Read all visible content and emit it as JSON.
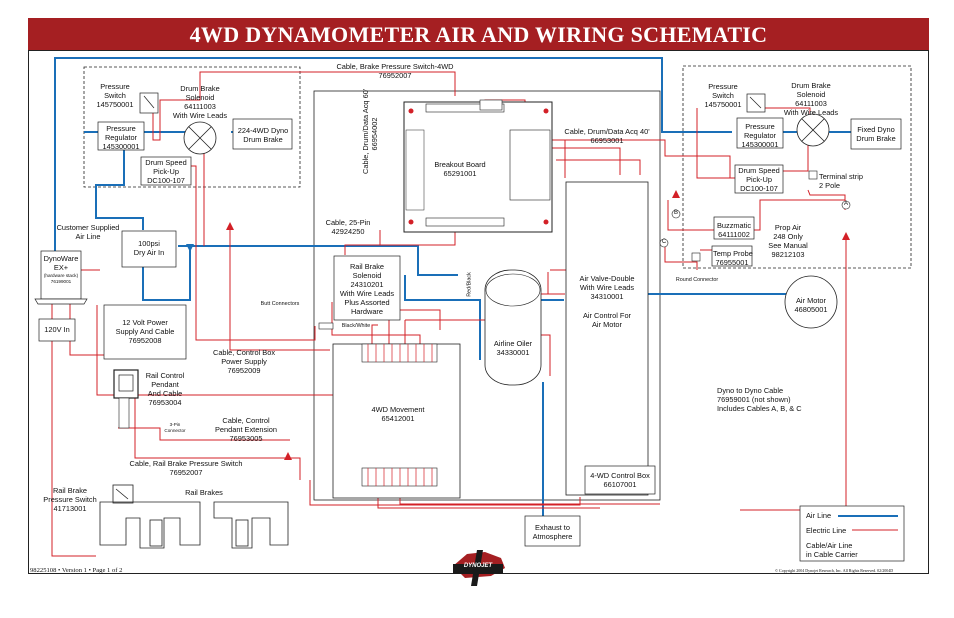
{
  "title": "4WD DYNAMOMETER AIR AND WIRING SCHEMATIC",
  "colors": {
    "air_line": "#1a6fb8",
    "electric_line": "#d32027",
    "title_bg": "#a51f22"
  },
  "labels": {
    "pressure_switch_l": "Pressure\nSwitch\n145750001",
    "drum_brake_solenoid_l": "Drum Brake\nSolenoid\n64111003\nWith Wire Leads",
    "pressure_regulator_l": "Pressure\nRegulator\n145300001",
    "drum_brake_224": "224-4WD Dyno\nDrum Brake",
    "drum_speed_l": "Drum Speed\nPick-Up\nDC100-107",
    "cable_brake_pressure": "Cable, Brake Pressure Switch-4WD\n76952007",
    "cable_drum_data_60": "Cable, Drum/Data Acq 60'\n66954002",
    "breakout_board": "Breakout Board\n65291001",
    "cable_drum_data_40": "Cable, Drum/Data Acq 40'\n66953001",
    "pressure_switch_r": "Pressure\nSwitch\n145750001",
    "drum_brake_solenoid_r": "Drum Brake\nSolenoid\n64111003\nWith Wire Leads",
    "pressure_regulator_r": "Pressure\nRegulator\n145300001",
    "fixed_dyno_drum_brake": "Fixed Dyno\nDrum Brake",
    "drum_speed_r": "Drum Speed\nPick-Up\nDC100-107",
    "terminal_strip": "Terminal strip\n2 Pole",
    "buzzmatic": "Buzzmatic\n64111002",
    "prop_air": "Prop Air\n248 Only\nSee Manual\n98212103",
    "temp_probe": "Temp Probe\n76955001",
    "round_connector": "Round Connector",
    "customer_air": "Customer Supplied\nAir Line",
    "dynoware": "DynoWare\nEX+",
    "dynoware_small": "(hardware stack)\n76199001",
    "dry_air": "100psi\nDry Air In",
    "cable_25pin": "Cable, 25-Pin\n42924250",
    "rail_brake_solenoid": "Rail Brake\nSolenoid\n24310201\nWith Wire Leads\nPlus Assorted\nHardware",
    "red_black": "Red/Black",
    "air_valve": "Air Valve-Double\nWith Wire Leads\n34310001",
    "air_control": "Air Control For\nAir Motor",
    "air_motor": "Air Motor\n46805001",
    "airline_oiler": "Airline Oiler\n34330001",
    "butt_connectors": "Butt Connectors",
    "black_white": "Black/White",
    "v120_in": "120V In",
    "power_supply": "12 Volt Power\nSupply And Cable\n76952008",
    "cable_control_box_power": "Cable, Control Box\nPower Supply\n76952009",
    "rail_control_pendant": "Rail Control\nPendant\nAnd Cable\n76953004",
    "pin3_connector": "3-Pin\nConnector",
    "cable_control_pendant_ext": "Cable, Control\nPendant Extension\n76953005",
    "movement_4wd": "4WD Movement\n65412001",
    "cable_rail_brake_ps": "Cable, Rail Brake Pressure Switch\n76952007",
    "rail_brake_ps": "Rail Brake\nPressure Switch\n41713001",
    "rail_brakes": "Rail Brakes",
    "control_box_4wd": "4-WD Control Box\n66107001",
    "exhaust": "Exhaust to\nAtmosphere",
    "dyno_to_dyno": "Dyno to Dyno Cable\n76959001 (not shown)\nIncludes Cables A, B, & C",
    "circle_a": "A",
    "circle_b": "B",
    "circle_c": "C"
  },
  "legend": {
    "air_line": "Air Line",
    "electric_line": "Electric Line",
    "cable_air_carrier": "Cable/Air Line\nin Cable Carrier"
  },
  "footer": {
    "left": "98225108 • Version 1 • Page 1 of 2",
    "right": "© Copyright 2004 Dynojet Research, Inc. All Rights Reserved. 02/2004D"
  },
  "logo_text": "DYNOJET"
}
